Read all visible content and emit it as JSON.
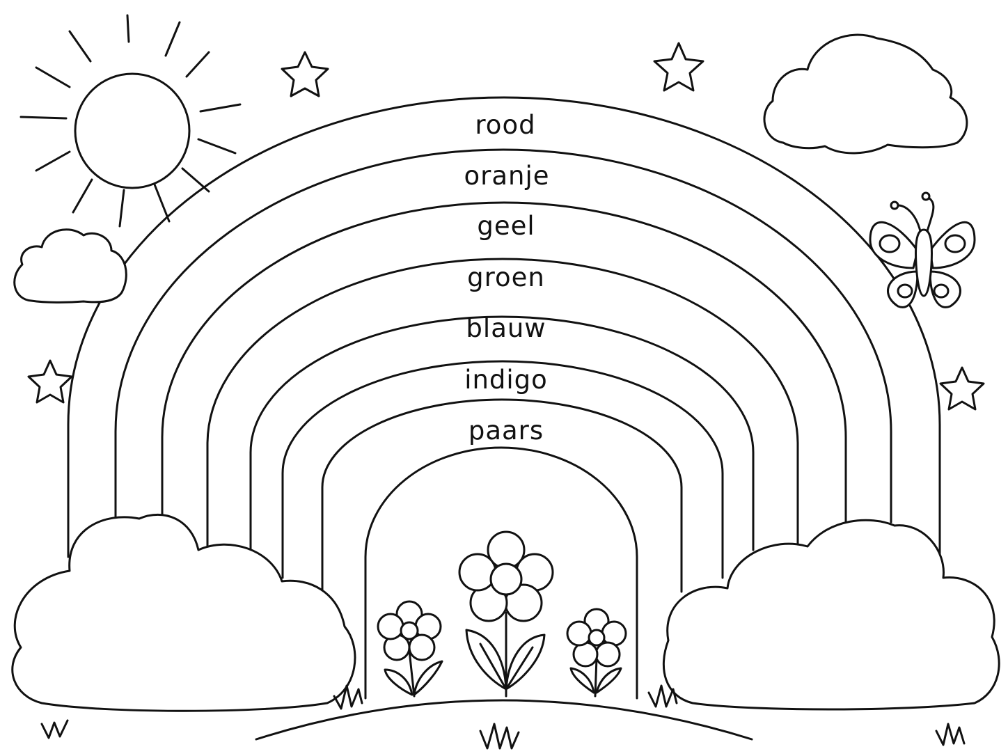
{
  "rainbow": {
    "bands": [
      {
        "label": "rood"
      },
      {
        "label": "oranje"
      },
      {
        "label": "geel"
      },
      {
        "label": "groen"
      },
      {
        "label": "blauw"
      },
      {
        "label": "indigo"
      },
      {
        "label": "paars"
      }
    ]
  },
  "colors": {
    "line": "#111111",
    "background": "#ffffff"
  }
}
